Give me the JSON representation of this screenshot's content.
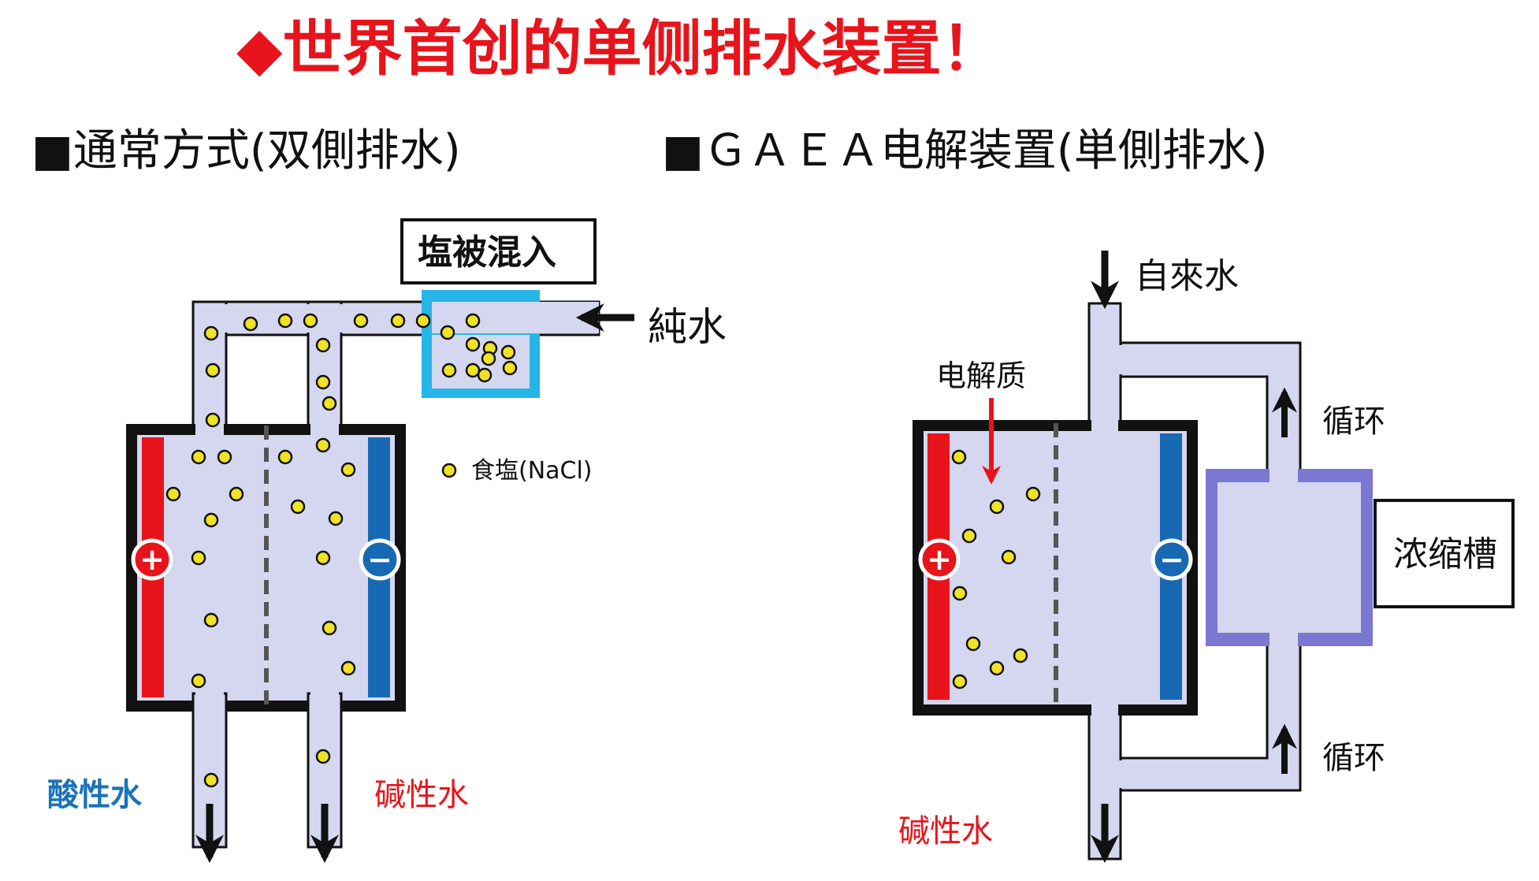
{
  "title": "◆世界首创的单侧排水装置！",
  "headings": {
    "left": "■通常方式(双側排水)",
    "right": "■ＧＡＥＡ电解装置(単側排水)"
  },
  "left_diagram": {
    "salt_box_label": "塩被混入",
    "pure_water_label": "純水",
    "salt_legend": "食塩(NaCl)",
    "acid_water_label": "酸性水",
    "alkaline_water_label": "碱性水"
  },
  "right_diagram": {
    "tap_water_label": "自來水",
    "electrolyte_label": "电解质",
    "circulation_top_label": "循环",
    "circulation_bottom_label": "循环",
    "tank_label": "浓缩槽",
    "alkaline_water_label": "碱性水"
  },
  "electrodes": {
    "positive_symbol": "+",
    "negative_symbol": "−"
  },
  "colors": {
    "title_red": "#e8141b",
    "channel_fill": "#d5d6ef",
    "outline_black": "#111111",
    "anode_red": "#e8141b",
    "cathode_blue": "#1769b3",
    "salt_yellow": "#f0e224",
    "tank_cyan": "#26b5e8",
    "concentrator_purple": "#7a78d0",
    "acid_blue_text": "#1a73b8"
  }
}
